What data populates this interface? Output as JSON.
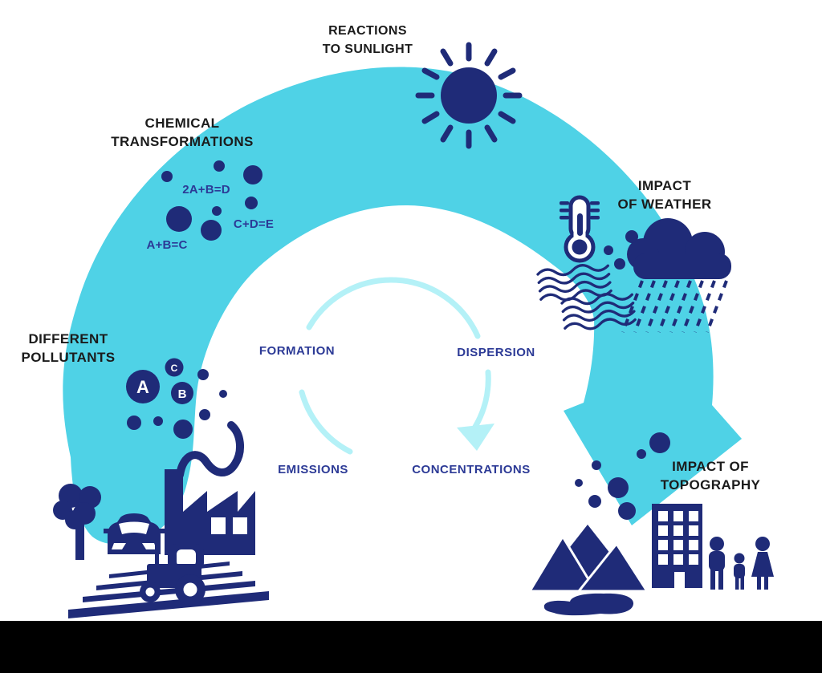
{
  "colors": {
    "arc_cyan": "#4fd2e6",
    "icon_navy": "#1f2b78",
    "label_blue": "#2c3a96",
    "title_black": "#1b1b1b",
    "cycle_ring_cyan": "#b4f1f7",
    "footer_black": "#000000",
    "background": "#ffffff"
  },
  "labels": {
    "reactions_line1": "REACTIONS",
    "reactions_line2": "TO SUNLIGHT",
    "chemical_line1": "CHEMICAL",
    "chemical_line2": "TRANSFORMATIONS",
    "weather_line1": "IMPACT",
    "weather_line2": "OF WEATHER",
    "pollutants_line1": "DIFFERENT",
    "pollutants_line2": "POLLUTANTS",
    "topography_line1": "IMPACT OF",
    "topography_line2": "TOPOGRAPHY"
  },
  "cycle": {
    "formation": "FORMATION",
    "dispersion": "DISPERSION",
    "emissions": "EMISSIONS",
    "concentrations": "CONCENTRATIONS"
  },
  "formulas": {
    "reaction1": "2A+B=D",
    "reaction2": "C+D=E",
    "reaction3": "A+B=C"
  },
  "pollutants": {
    "circle_a": "A",
    "circle_b": "B",
    "circle_c": "C"
  }
}
